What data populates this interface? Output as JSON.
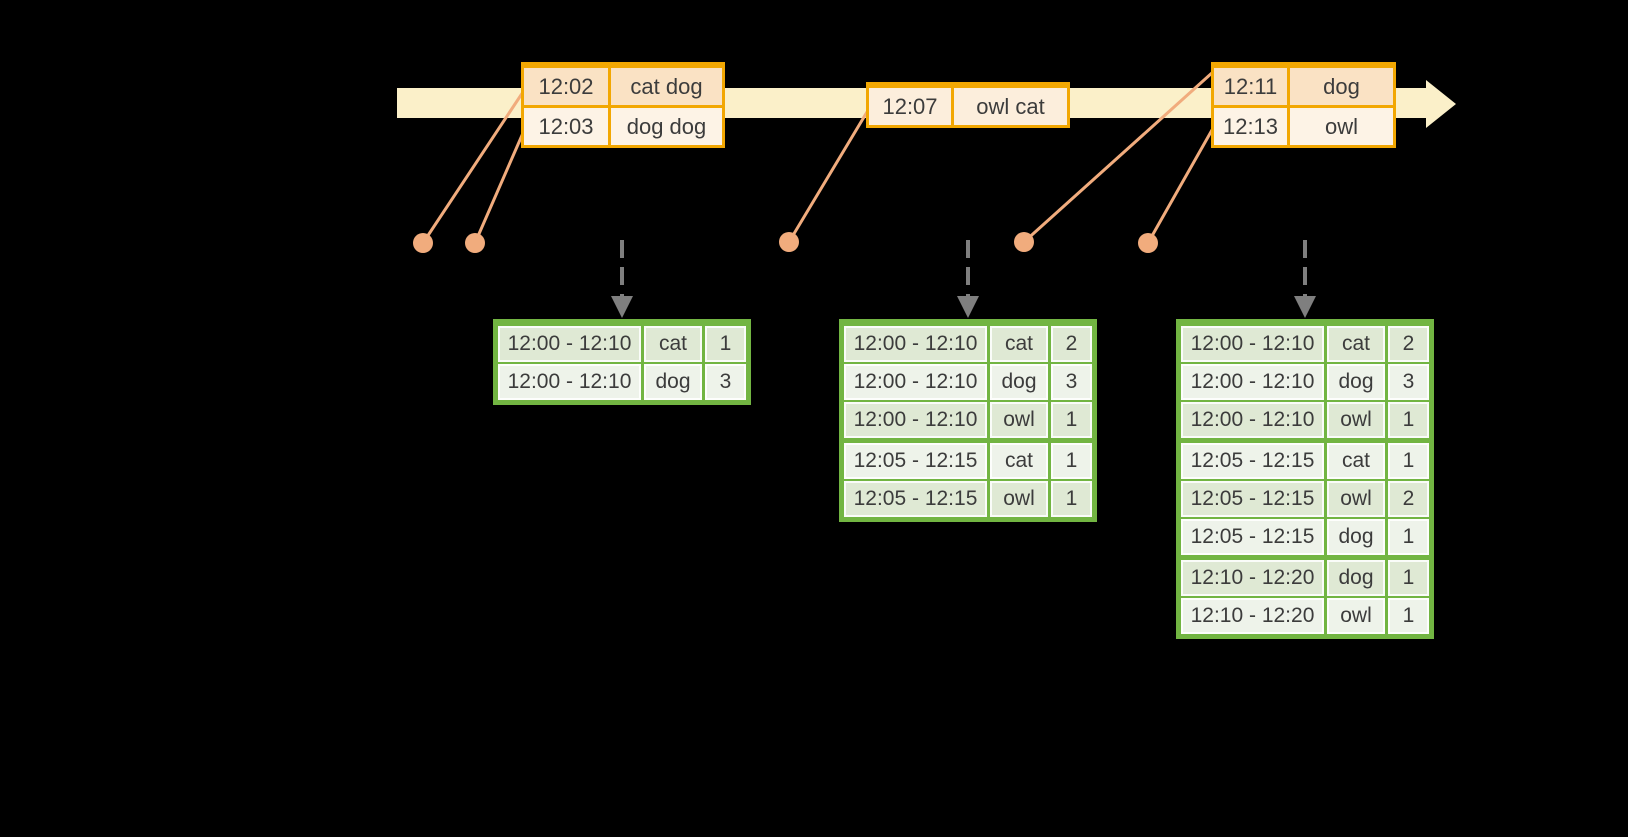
{
  "colors": {
    "background": "#000000",
    "timeline": "#FBF0C9",
    "gold": "#F2A702",
    "peach": "#FAE2C4",
    "cream": "#FDF3E6",
    "mid": "#FCEEDC",
    "orange": "#F1AC7D",
    "green": "#72B542",
    "sage": "#DFE9D4",
    "sage_light": "#EEF3EA",
    "gray": "#7F7F7F",
    "text": "#3C3C3C"
  },
  "event_tables": [
    {
      "rows": [
        {
          "time": "12:02",
          "words": "cat dog",
          "tone": "peach"
        },
        {
          "time": "12:03",
          "words": "dog dog",
          "tone": "cream"
        }
      ]
    },
    {
      "rows": [
        {
          "time": "12:07",
          "words": "owl cat",
          "tone": "mid"
        }
      ]
    },
    {
      "rows": [
        {
          "time": "12:11",
          "words": "dog",
          "tone": "peach"
        },
        {
          "time": "12:13",
          "words": "owl",
          "tone": "cream"
        }
      ]
    }
  ],
  "result_tables": [
    {
      "rows": [
        {
          "window": "12:00 - 12:10",
          "word": "cat",
          "count": "1",
          "tone": "dark"
        },
        {
          "window": "12:00 - 12:10",
          "word": "dog",
          "count": "3",
          "tone": "light"
        }
      ]
    },
    {
      "rows": [
        {
          "window": "12:00 - 12:10",
          "word": "cat",
          "count": "2",
          "tone": "dark"
        },
        {
          "window": "12:00 - 12:10",
          "word": "dog",
          "count": "3",
          "tone": "light"
        },
        {
          "window": "12:00 - 12:10",
          "word": "owl",
          "count": "1",
          "tone": "dark"
        },
        {
          "window": "12:05 - 12:15",
          "word": "cat",
          "count": "1",
          "tone": "light",
          "group_start": true
        },
        {
          "window": "12:05 - 12:15",
          "word": "owl",
          "count": "1",
          "tone": "dark"
        }
      ]
    },
    {
      "rows": [
        {
          "window": "12:00 - 12:10",
          "word": "cat",
          "count": "2",
          "tone": "dark"
        },
        {
          "window": "12:00 - 12:10",
          "word": "dog",
          "count": "3",
          "tone": "light"
        },
        {
          "window": "12:00 - 12:10",
          "word": "owl",
          "count": "1",
          "tone": "dark"
        },
        {
          "window": "12:05 - 12:15",
          "word": "cat",
          "count": "1",
          "tone": "light",
          "group_start": true
        },
        {
          "window": "12:05 - 12:15",
          "word": "owl",
          "count": "2",
          "tone": "dark"
        },
        {
          "window": "12:05 - 12:15",
          "word": "dog",
          "count": "1",
          "tone": "light"
        },
        {
          "window": "12:10 - 12:20",
          "word": "dog",
          "count": "1",
          "tone": "dark",
          "group_start": true
        },
        {
          "window": "12:10 - 12:20",
          "word": "owl",
          "count": "1",
          "tone": "light"
        }
      ]
    }
  ]
}
